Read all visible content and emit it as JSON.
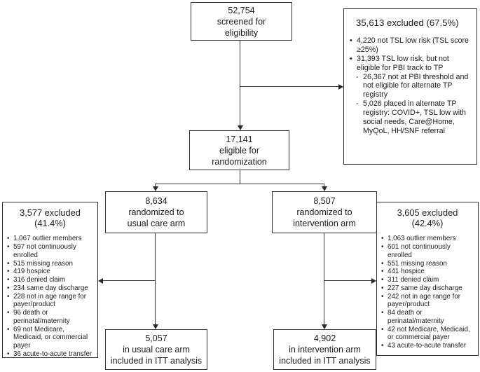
{
  "diagram": {
    "title": "CONSORT-style patient flow diagram",
    "colors": {
      "border": "#2f2f2f",
      "text": "#1c1c1c",
      "background": "#ffffff",
      "line": "#3a3a3a"
    },
    "boxes": {
      "screened": {
        "value": "52,754",
        "label_line1": "screened for",
        "label_line2": "eligibility"
      },
      "eligible": {
        "value": "17,141",
        "label_line1": "eligible for",
        "label_line2": "randomization"
      },
      "usual_arm": {
        "value": "8,634",
        "label_line1": "randomized to",
        "label_line2": "usual care arm"
      },
      "intervention_arm": {
        "value": "8,507",
        "label_line1": "randomized to",
        "label_line2": "intervention arm"
      },
      "itt_usual": {
        "value": "5,057",
        "label_line1": "in usual care arm",
        "label_line2": "included in ITT analysis"
      },
      "itt_intervention": {
        "value": "4,902",
        "label_line1": "in intervention arm",
        "label_line2": "included in ITT analysis"
      },
      "excluded_top": {
        "heading": "35,613 excluded (67.5%)",
        "items": [
          {
            "level": "bullet",
            "text": "4,220 not TSL low risk (TSL score ≥25%)"
          },
          {
            "level": "bullet",
            "text": "31,393 TSL low risk, but not eligible for PBI track to TP"
          },
          {
            "level": "dash",
            "text": "26,367 not at PBI threshold and not eligible for alternate TP registry"
          },
          {
            "level": "dash",
            "text": "5,026 placed in alternate TP registry: COVID+, TSL low with social needs, Care@Home, MyQoL, HH/SNF referral"
          }
        ]
      },
      "excluded_left": {
        "heading": "3,577 excluded (41.4%)",
        "items": [
          {
            "level": "bullet",
            "text": "1,067 outlier members"
          },
          {
            "level": "bullet",
            "text": "597 not continuously enrolled"
          },
          {
            "level": "bullet",
            "text": "515 missing reason"
          },
          {
            "level": "bullet",
            "text": "419 hospice"
          },
          {
            "level": "bullet",
            "text": "316 denied claim"
          },
          {
            "level": "bullet",
            "text": "234 same day discharge"
          },
          {
            "level": "bullet",
            "text": "228 not in age range for payer/product"
          },
          {
            "level": "bullet",
            "text": "96 death or perinatal/maternity"
          },
          {
            "level": "bullet",
            "text": "69 not Medicare, Medicaid, or commercial payer"
          },
          {
            "level": "bullet",
            "text": "36 acute-to-acute transfer"
          }
        ]
      },
      "excluded_right": {
        "heading": "3,605 excluded (42.4%)",
        "items": [
          {
            "level": "bullet",
            "text": "1,063 outlier members"
          },
          {
            "level": "bullet",
            "text": "601 not continuously enrolled"
          },
          {
            "level": "bullet",
            "text": "551 missing reason"
          },
          {
            "level": "bullet",
            "text": "441 hospice"
          },
          {
            "level": "bullet",
            "text": "311 denied claim"
          },
          {
            "level": "bullet",
            "text": "227 same day discharge"
          },
          {
            "level": "bullet",
            "text": "242 not in age range for payer/product"
          },
          {
            "level": "bullet",
            "text": "84 death or perinatal/maternity"
          },
          {
            "level": "bullet",
            "text": "42 not Medicare, Medicaid, or commercial payer"
          },
          {
            "level": "bullet",
            "text": "43 acute-to-acute transfer"
          }
        ]
      }
    }
  }
}
